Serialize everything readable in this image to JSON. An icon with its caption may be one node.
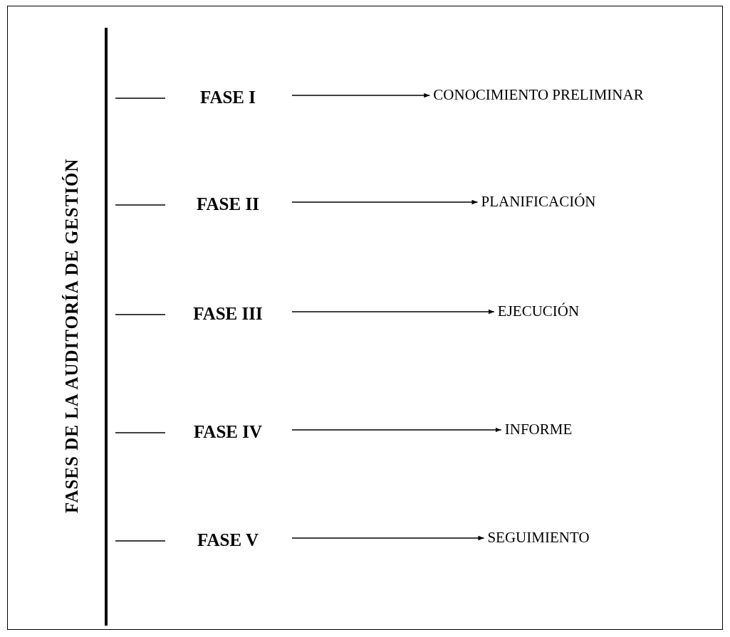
{
  "diagram": {
    "title": "FASES DE LA AUDITORÍA DE GESTIÓN",
    "nodes": [
      {
        "text": [],
        "shape": "bar"
      },
      {
        "text": [
          "FASE I"
        ]
      },
      {
        "text": [
          "CONOCIMIENTO PRELIMINAR"
        ]
      },
      {
        "text": [
          "FASE II"
        ]
      },
      {
        "text": [
          "PLANIFICACIÓN"
        ]
      },
      {
        "text": [
          "FASE III"
        ]
      },
      {
        "text": [
          "EJECUCIÓN"
        ]
      },
      {
        "text": [
          "FASE IV"
        ]
      },
      {
        "text": [
          "INFORME"
        ]
      },
      {
        "text": [
          "FASE V"
        ]
      },
      {
        "text": [
          "SEGUIMIENTO"
        ]
      }
    ],
    "edges": [
      {
        "from": 0,
        "to": 1,
        "arrow": "none"
      },
      {
        "from": 1,
        "to": 2,
        "arrow": "to"
      },
      {
        "from": 0,
        "to": 3,
        "arrow": "none"
      },
      {
        "from": 3,
        "to": 4,
        "arrow": "to"
      },
      {
        "from": 0,
        "to": 5,
        "arrow": "none"
      },
      {
        "from": 5,
        "to": 6,
        "arrow": "to"
      },
      {
        "from": 0,
        "to": 7,
        "arrow": "none"
      },
      {
        "from": 7,
        "to": 8,
        "arrow": "to"
      },
      {
        "from": 0,
        "to": 9,
        "arrow": "none"
      },
      {
        "from": 9,
        "to": 10,
        "arrow": "to"
      }
    ]
  }
}
